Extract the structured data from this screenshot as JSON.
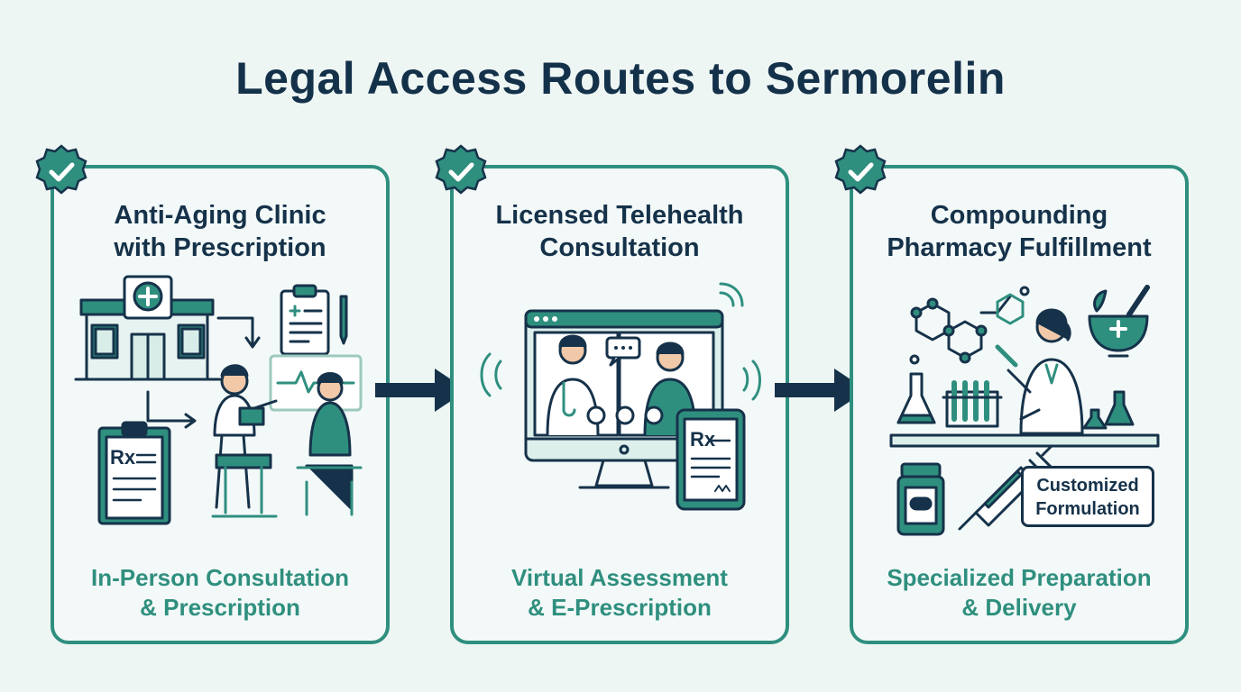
{
  "title": "Legal Access Routes to Sermorelin",
  "colors": {
    "accent": "#2f8f7f",
    "dark": "#16324a",
    "background": "#eef6f4"
  },
  "routes": [
    {
      "title_line1": "Anti-Aging Clinic",
      "title_line2": "with Prescription",
      "subtitle_line1": "In-Person Consultation",
      "subtitle_line2": "& Prescription",
      "icons": [
        "check-badge-icon",
        "clinic-building-icon",
        "clipboard-icon",
        "doctor-patient-icon",
        "rx-clipboard-icon"
      ]
    },
    {
      "title_line1": "Licensed Telehealth",
      "title_line2": "Consultation",
      "subtitle_line1": "Virtual Assessment",
      "subtitle_line2": "& E-Prescription",
      "icons": [
        "check-badge-icon",
        "video-call-monitor-icon",
        "tablet-rx-icon"
      ]
    },
    {
      "title_line1": "Compounding",
      "title_line2": "Pharmacy Fulfillment",
      "subtitle_line1": "Specialized Preparation",
      "subtitle_line2": "& Delivery",
      "tag_line1": "Customized",
      "tag_line2": "Formulation",
      "icons": [
        "check-badge-icon",
        "molecule-icon",
        "pharmacist-icon",
        "mortar-pestle-icon",
        "pill-bottle-icon",
        "syringe-icon"
      ]
    }
  ],
  "connectors": [
    "arrow-right-icon",
    "arrow-right-icon"
  ]
}
